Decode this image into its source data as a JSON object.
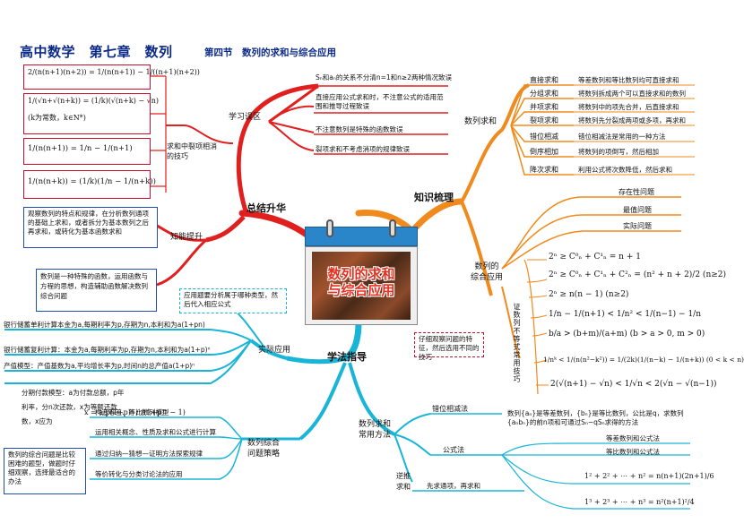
{
  "header": {
    "title": "高中数学　第七章　数列",
    "subtitle": "第四节　数列的求和与综合应用"
  },
  "center": {
    "title_line1": "数列的求和",
    "title_line2": "与综合应用"
  },
  "branches": {
    "summary": "总结升华",
    "knowledge": "知识梳理",
    "method": "学法指导",
    "misconception": "学习误区",
    "ability": "知能提升",
    "practical": "实际应用",
    "strategy": "数列综合\n问题策略",
    "sum_methods": "数列求和",
    "application": "数列的\n综合应用",
    "method_sum": "数列求和\n常用方法"
  },
  "misconceptions": [
    "Sₙ和aₙ的关系不分清n=1和n≥2两种情况致误",
    "直接应用公式求和时，不注意公式的适用范围和推导过程致误",
    "不注意数列是特殊的函数致误",
    "裂项求和不考虑消项的规律致误"
  ],
  "split_terms_label": "求和中裂项相消的技巧",
  "formulas_left": {
    "f1": "2/(n(n+1)(n+2)) = 1/(n(n+1)) − 1/((n+1)(n+2))",
    "f2": "1/(√n+√(n+k)) = (1/k)(√(n+k) − √n)",
    "f2_note": "(k为常数，k∈N*)",
    "f3": "1/(n(n+1)) = 1/n − 1/(n+1)",
    "f4": "1/(n(n+k)) = (1/k)(1/n − 1/(n+k))"
  },
  "ability_notes": [
    "观察数列的特点和规律，在分析数列通项的基础上求和，或者拆分为基本数列之后再求和，或转化为基本函数求和",
    "数列是一种特殊的函数，运用函数与方程的思想，构造辅助函数解决数列综合问题"
  ],
  "practical_note": "应用题要分析属于哪种类型，然后代入相应公式",
  "practical_items": [
    "银行储蓄单利计算本金为a,每期利率为p,存期为n,本利和为a(1+pn)",
    "银行储蓄复利计算：本金为a,每期利率为p,存期为n,本利和为a(1+p)ⁿ",
    "产值模型：产值基数为a,平均增长率为p,时间n的总产值a(1+p)ⁿ",
    "分期付款模型：a为付款总额，p年利率，分n次还款，x为等额还款数，x应为",
    "x = a·p(1+p)ⁿ / ((1+p)ⁿ − 1)"
  ],
  "sum_methods": [
    {
      "name": "直接求和",
      "desc": "等差数列和等比数列均可直接求和"
    },
    {
      "name": "分组求和",
      "desc": "将数列拆成两个可以直接求和的数列"
    },
    {
      "name": "并项求和",
      "desc": "将数列中的项先合并，后直接求和"
    },
    {
      "name": "裂项求和",
      "desc": "将数列先分裂成两项或多项，再求和"
    },
    {
      "name": "错位相减",
      "desc": "错位相减法是常用的一种方法"
    },
    {
      "name": "倒序相加",
      "desc": "将数列的项倒写，然后相加"
    },
    {
      "name": "降次求和",
      "desc": "利用公式将次数降低，然后求和"
    }
  ],
  "application_items": [
    "存在性问题",
    "最值问题",
    "实际问题"
  ],
  "proof_label": "证数列不等式常用技巧",
  "proof_note": "仔细观察问题的特征，然后选用不同的技巧",
  "inequalities": [
    "2ⁿ ≥ C⁰ₙ + C¹ₙ = n + 1",
    "2ⁿ ≥ C⁰ₙ + C¹ₙ + C²ₙ = (n² + n + 2)/2  (n≥2)",
    "2ⁿ ≥ n(n − 1)  (n≥2)",
    "1/n − 1/(n+1) < 1/n² < 1/(n−1) − 1/n",
    "b/a > (b+m)/(a+m)  (b > a > 0, m > 0)",
    "1/nᵏ < 1/(n(n²−k²)) = 1/(2k)(1/(n−k) − 1/(n+k))  (0 < k < n)",
    "2(√(n+1) − √n) < 1/√n < 2(√n − √(n−1))"
  ],
  "strategy_note": "数列的综合问题是比较困难的题型，做题时仔细观察，选择最适合的办法",
  "strategy_items": [
    "构造等差、等比数列模型",
    "运用相关概念、性质及求和公式进行计算",
    "通过归纳—猜想—证明方法探索规律",
    "等价转化与分类讨论法的应用"
  ],
  "method_sum_items": {
    "a": "错位相减法",
    "a_desc": "数列{aₙ}是等差数列，{bₙ}是等比数列，公比是q，求数列{aₙbₙ}的前n项和可通过Sₙ−qSₙ求得的方法",
    "b": "公式法",
    "b1": "等差数列和公式法",
    "b2": "等比数列和公式法",
    "b3": "1² + 2² + ⋯ + n² = n(n+1)(2n+1)/6",
    "b4": "1³ + 2³ + ⋯ + n³ = n²(n+1)²/4",
    "c": "逆推\n求和",
    "c_desc": "先求通项，再求和"
  },
  "colors": {
    "red": "#e0201f",
    "orange": "#f08a1c",
    "cyan": "#19b5d8",
    "blue_text": "#0b2a88"
  }
}
